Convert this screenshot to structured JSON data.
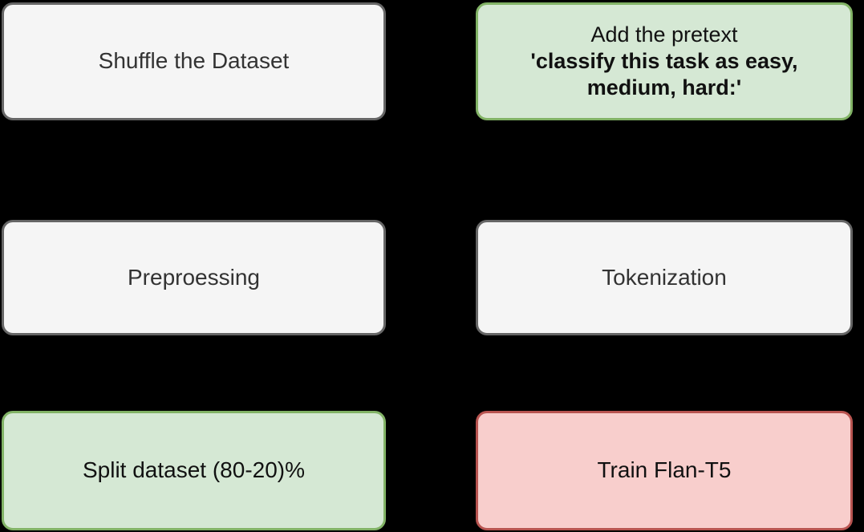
{
  "diagram": {
    "background_color": "#000000",
    "title": "",
    "palette": {
      "grey_fill": "#f5f5f5",
      "grey_stroke": "#666666",
      "green_fill": "#d5e8d4",
      "green_stroke": "#82b366",
      "red_fill": "#f8cecc",
      "red_stroke": "#b85450",
      "text_dark": "#333333",
      "text_black": "#111111"
    },
    "nodes": [
      {
        "id": "shuffle-the-dataset",
        "label": "Shuffle the Dataset",
        "style": "grey",
        "column": "left",
        "row": 1
      },
      {
        "id": "add-the-pretext",
        "label_line_1": "Add the pretext",
        "label_line_2": "'classify this task as easy,",
        "label_line_3": "medium, hard:'",
        "style": "green",
        "column": "right",
        "row": 1
      },
      {
        "id": "preprocessing",
        "label": "Preproessing",
        "style": "grey",
        "column": "left",
        "row": 2
      },
      {
        "id": "tokenization",
        "label": "Tokenization",
        "style": "grey",
        "column": "right",
        "row": 2
      },
      {
        "id": "split-dataset",
        "label": "Split dataset (80-20)%",
        "style": "green",
        "column": "left",
        "row": 3
      },
      {
        "id": "train-flan-t5",
        "label": "Train Flan-T5",
        "style": "red",
        "column": "right",
        "row": 3
      }
    ]
  }
}
